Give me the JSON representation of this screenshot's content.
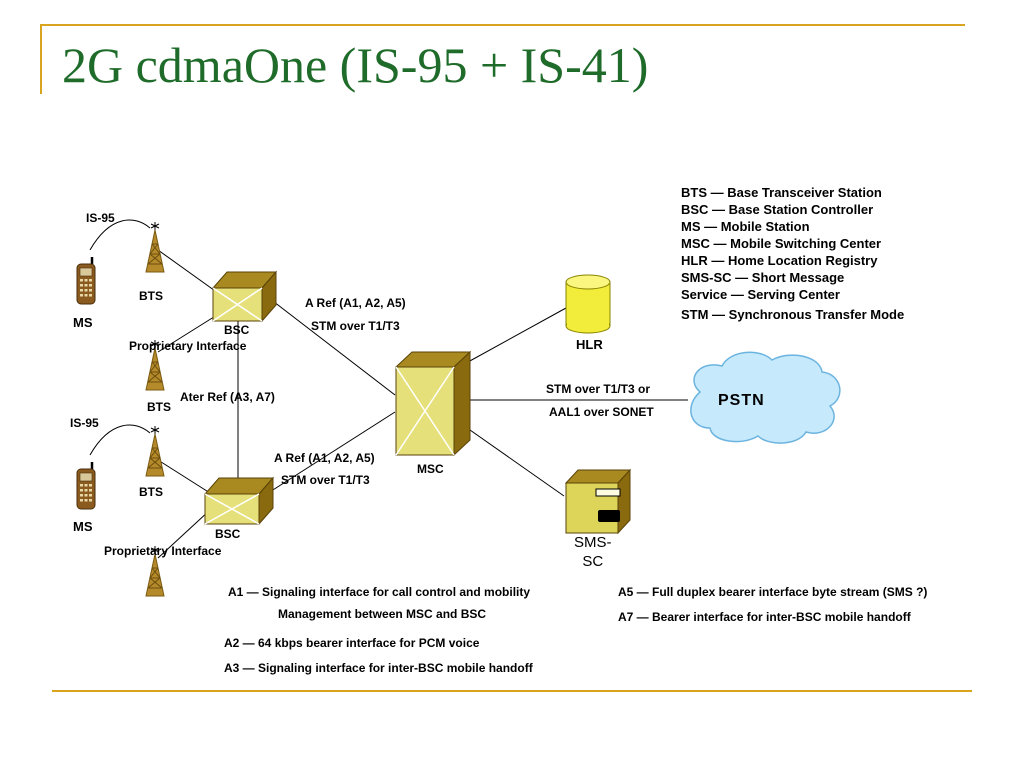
{
  "title": "2G cdmaOne (IS-95 + IS-41)",
  "nodes": {
    "is95_top": "IS-95",
    "is95_bottom": "IS-95",
    "bts_1": "BTS",
    "bts_2": "BTS",
    "bts_3": "BTS",
    "ms_top": "MS",
    "ms_bottom": "MS",
    "bsc_top": "BSC",
    "bsc_bottom": "BSC",
    "prop_top": "Proprietary Interface",
    "prop_bottom": "Proprietary Interface",
    "ater": "Ater Ref (A3, A7)",
    "aref_top_1": "A Ref (A1, A2, A5)",
    "aref_top_2": "STM over T1/T3",
    "aref_bottom_1": "A Ref (A1, A2, A5)",
    "aref_bottom_2": "STM over T1/T3",
    "msc": "MSC",
    "hlr": "HLR",
    "pstn": "PSTN",
    "pstn_link_1": "STM over T1/T3 or",
    "pstn_link_2": "AAL1 over SONET",
    "smssc_1": "SMS-",
    "smssc_2": "SC"
  },
  "legend": [
    "BTS — Base Transceiver Station",
    "BSC — Base Station Controller",
    "MS — Mobile Station",
    "MSC — Mobile Switching Center",
    "HLR — Home Location Registry",
    "SMS-SC — Short Message",
    "Service — Serving Center",
    "STM — Synchronous Transfer Mode"
  ],
  "notes": {
    "a1_line1": "A1 — Signaling interface for call control and mobility",
    "a1_line2": "Management between MSC and BSC",
    "a2": "A2 — 64 kbps bearer interface for PCM voice",
    "a3": "A3 — Signaling interface for inter-BSC mobile handoff",
    "a5": "A5 — Full duplex bearer interface byte stream (SMS ?)",
    "a7": "A7 — Bearer interface for inter-BSC mobile handoff"
  },
  "colors": {
    "title": "#1e6b2a",
    "frame": "#d9a521",
    "box_front": "#e6e07a",
    "box_side": "#8a6a0e",
    "box_top": "#a88a20",
    "tower": "#b58a2a",
    "hlr": "#f2ec3a",
    "cloud": "#c6e9fb",
    "cloud_edge": "#6cb4e0"
  }
}
